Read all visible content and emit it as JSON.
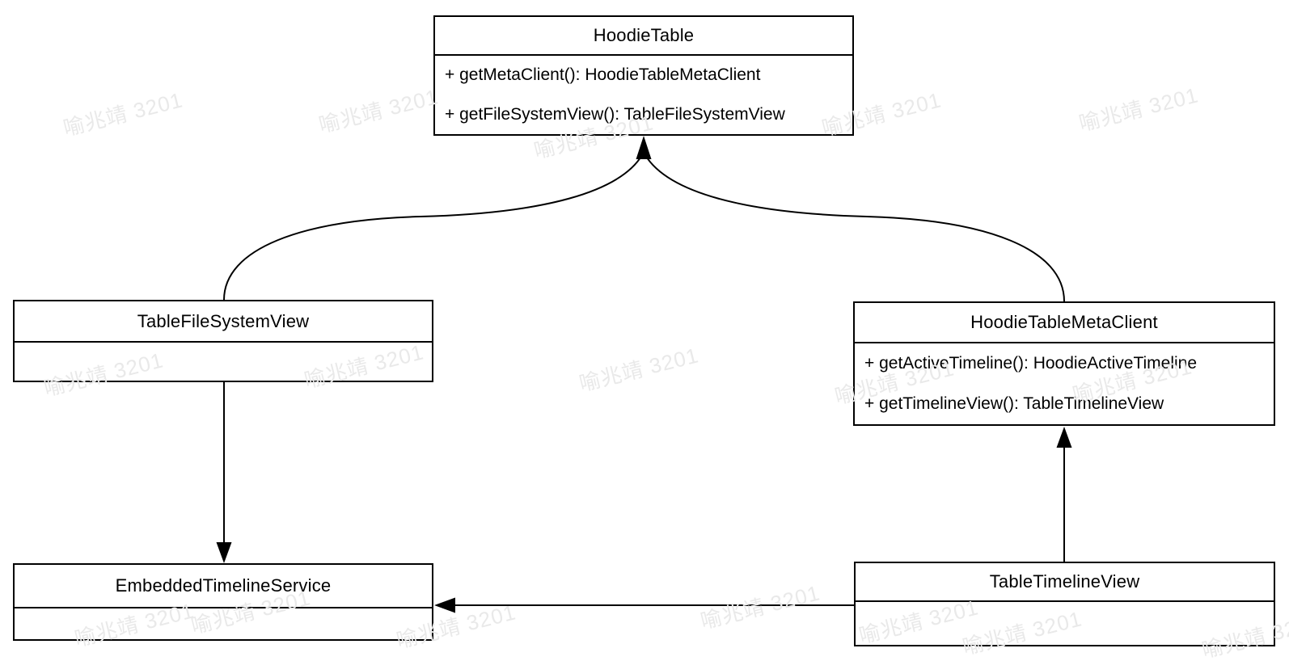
{
  "diagram_title": "UML class diagram",
  "watermark": {
    "text": "喻兆靖 3201",
    "color": "#e9e9e9"
  },
  "colors": {
    "stroke": "#000000",
    "background": "#ffffff",
    "text": "#000000"
  },
  "classes": [
    {
      "name": "HoodieTable",
      "methods": [
        "+ getMetaClient(): HoodieTableMetaClient",
        "+ getFileSystemView(): TableFileSystemView"
      ]
    },
    {
      "name": "TableFileSystemView",
      "methods": []
    },
    {
      "name": "HoodieTableMetaClient",
      "methods": [
        "+ getActiveTimeline(): HoodieActiveTimeline",
        "+ getTimelineView(): TableTimelineView"
      ]
    },
    {
      "name": "EmbeddedTimelineService",
      "methods": []
    },
    {
      "name": "TableTimelineView",
      "methods": []
    }
  ],
  "relations": [
    {
      "from": "TableFileSystemView",
      "to": "HoodieTable",
      "line": "curved",
      "arrowhead": "filled-triangle"
    },
    {
      "from": "HoodieTableMetaClient",
      "to": "HoodieTable",
      "line": "curved",
      "arrowhead": "filled-triangle"
    },
    {
      "from": "TableFileSystemView",
      "to": "EmbeddedTimelineService",
      "line": "straight-vertical",
      "arrowhead": "filled-triangle"
    },
    {
      "from": "TableTimelineView",
      "to": "HoodieTableMetaClient",
      "line": "straight-vertical",
      "arrowhead": "filled-triangle"
    },
    {
      "from": "TableTimelineView",
      "to": "EmbeddedTimelineService",
      "line": "straight-horizontal",
      "arrowhead": "filled-triangle"
    }
  ]
}
